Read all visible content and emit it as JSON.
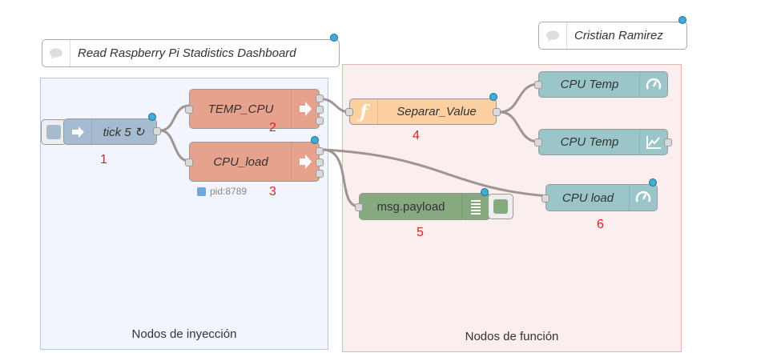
{
  "comments": [
    {
      "id": "comment-dashboard",
      "text": "Read Raspberry Pi Stadistics Dashboard"
    },
    {
      "id": "comment-author",
      "text": "Cristian Ramirez"
    }
  ],
  "groups": [
    {
      "id": "group-injection",
      "label": "Nodos de inyección",
      "color": "#f2f5fd"
    },
    {
      "id": "group-function",
      "label": "Nodos de función",
      "color": "#fbeeee"
    }
  ],
  "nodes": {
    "inject": {
      "label": "tick 5 ↻",
      "number": "1",
      "color": "#a6bbcf",
      "icon": "inject-arrow-icon"
    },
    "temp_cpu": {
      "label": "TEMP_CPU",
      "number": "2",
      "color": "#e7a28d",
      "icon": "exec-arrow-icon"
    },
    "cpu_load": {
      "label": "CPU_load",
      "number": "3",
      "color": "#e7a28d",
      "icon": "exec-arrow-icon",
      "status": "pid:8789"
    },
    "separar": {
      "label": "Separar_Value",
      "number": "4",
      "color": "#fdd0a2",
      "icon": "function-icon"
    },
    "debug": {
      "label": "msg.payload",
      "number": "5",
      "color": "#87a980",
      "icon": "debug-list-icon"
    },
    "gauge_temp": {
      "label": "CPU Temp",
      "color": "#9bc6c9",
      "icon": "gauge-icon"
    },
    "chart_temp": {
      "label": "CPU Temp",
      "color": "#9bc6c9",
      "icon": "chart-icon"
    },
    "gauge_load": {
      "label": "CPU load",
      "number": "6",
      "color": "#9bc6c9",
      "icon": "gauge-icon"
    }
  },
  "colors": {
    "wire": "#9e9593",
    "status_dot": "#3fadd8",
    "number": "#e02020",
    "status_badge": "#6ca7e0"
  }
}
